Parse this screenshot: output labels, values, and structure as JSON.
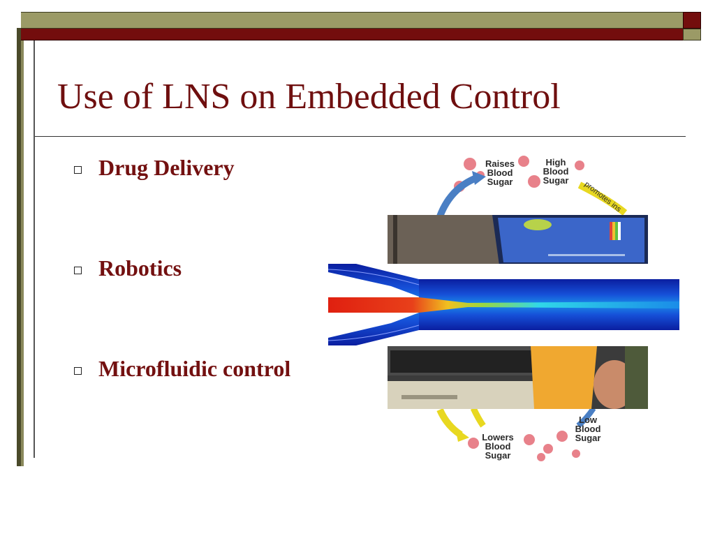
{
  "slide": {
    "title": "Use of LNS on Embedded Control",
    "bullets": [
      {
        "label": "Drug Delivery"
      },
      {
        "label": "Robotics"
      },
      {
        "label": "Microfluidic control"
      }
    ]
  },
  "cycle_diagram": {
    "raises": [
      "Raises",
      "Blood",
      "Sugar"
    ],
    "high": [
      "High",
      "Blood",
      "Sugar"
    ],
    "promotes": "promotes ins",
    "low": [
      "Low",
      "Blood",
      "Sugar"
    ],
    "lowers": [
      "Lowers",
      "Blood",
      "Sugar"
    ]
  },
  "colors": {
    "title": "#6f0f0f",
    "bullet_text": "#731010",
    "header_olive": "#9b9a66",
    "header_maroon": "#730d0d"
  }
}
